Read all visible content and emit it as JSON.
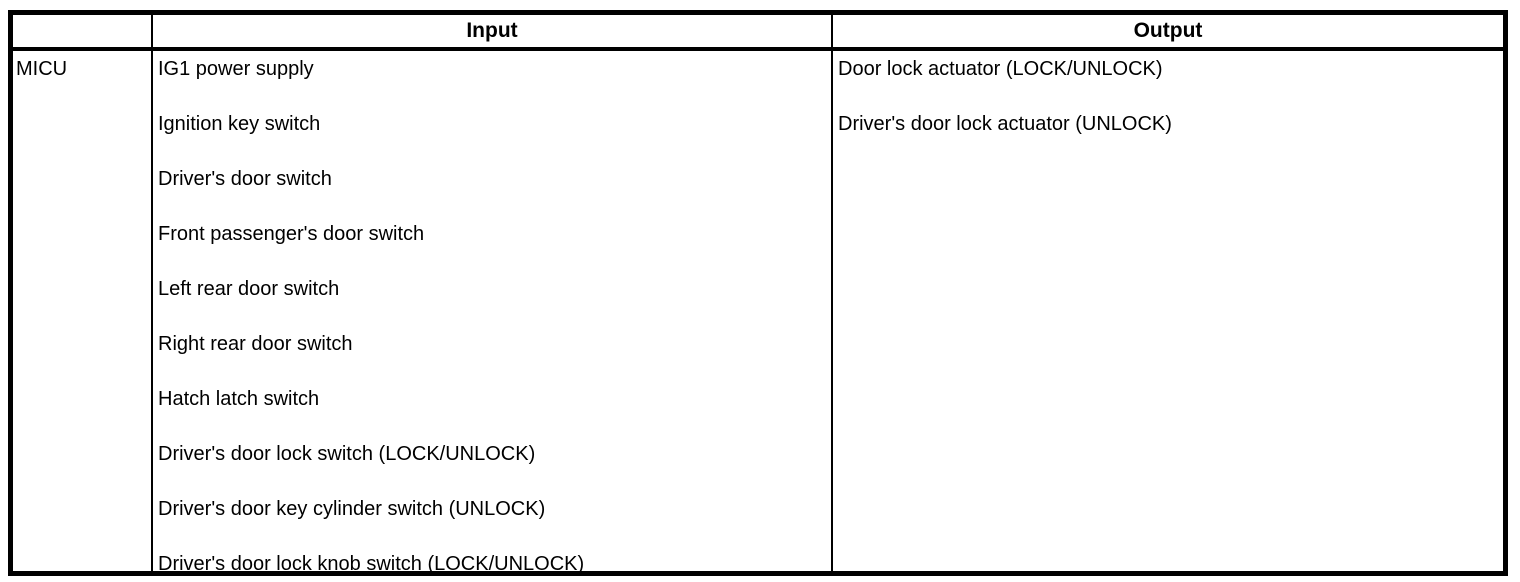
{
  "table": {
    "header": {
      "unit_col": "",
      "input_col": "Input",
      "output_col": "Output"
    },
    "row": {
      "unit": "MICU",
      "inputs": [
        "IG1 power supply",
        "Ignition key switch",
        "Driver's door switch",
        "Front passenger's door switch",
        "Left rear door switch",
        "Right rear door switch",
        "Hatch latch switch",
        "Driver's door lock switch (LOCK/UNLOCK)",
        "Driver's door key cylinder switch (UNLOCK)",
        "Driver's door lock knob switch (LOCK/UNLOCK)"
      ],
      "outputs": [
        "Door lock actuator (LOCK/UNLOCK)",
        "Driver's door lock actuator (UNLOCK)"
      ]
    },
    "colors": {
      "border": "#000000",
      "background": "#ffffff",
      "text": "#000000"
    }
  }
}
